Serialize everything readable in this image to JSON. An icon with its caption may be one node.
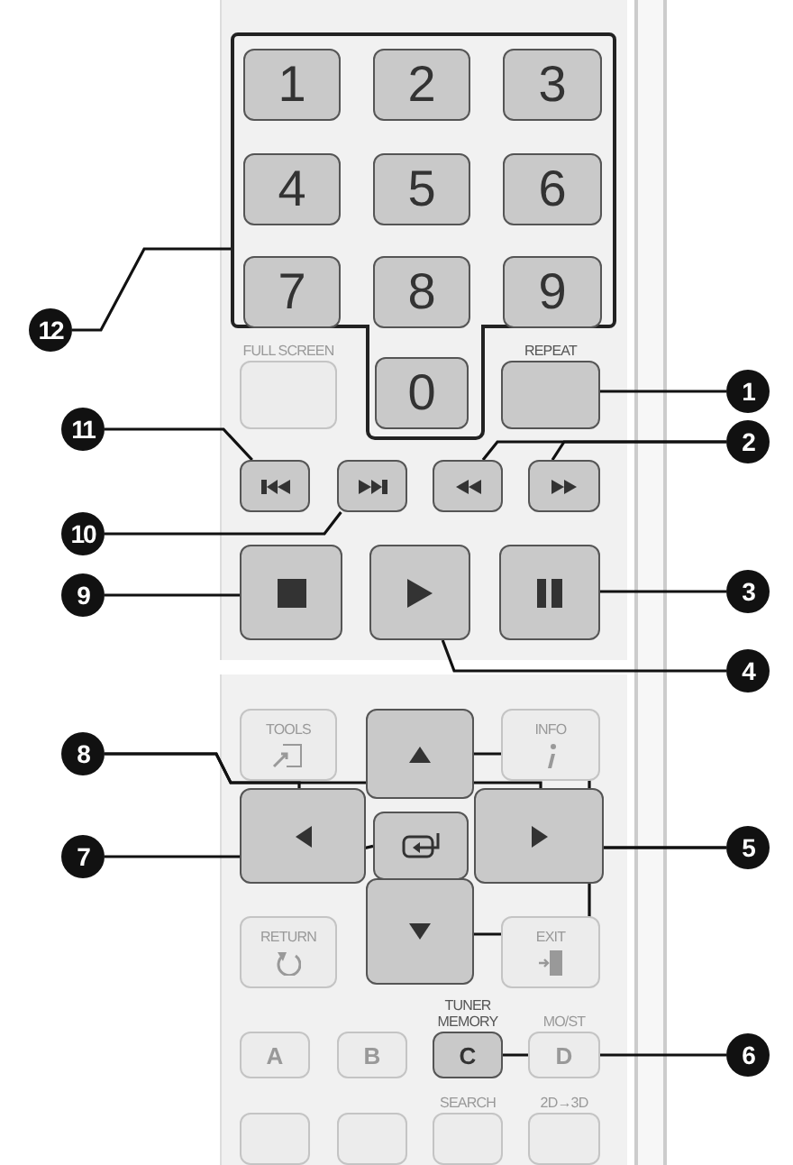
{
  "diagram": {
    "nodes": [
      {
        "text": [],
        "shape": "box"
      },
      {
        "text": [
          "1"
        ],
        "in": 0
      },
      {
        "text": [
          "2"
        ],
        "in": 0
      },
      {
        "text": [
          "3"
        ],
        "in": 0
      },
      {
        "text": [
          "4"
        ],
        "in": 0
      },
      {
        "text": [
          "5"
        ],
        "in": 0
      },
      {
        "text": [
          "6"
        ],
        "in": 0
      },
      {
        "text": [
          "7"
        ],
        "in": 0
      },
      {
        "text": [
          "8"
        ],
        "in": 0
      },
      {
        "text": [
          "9"
        ],
        "in": 0
      },
      {
        "text": [
          "0"
        ]
      },
      {
        "text": [
          "FULL SCREEN"
        ]
      },
      {
        "text": [
          "REPEAT"
        ]
      },
      {
        "text": [],
        "shape": "box"
      },
      {
        "text": [],
        "shape": "box"
      },
      {
        "text": [],
        "shape": "box"
      },
      {
        "text": [],
        "shape": "box"
      },
      {
        "text": [],
        "shape": "box"
      },
      {
        "text": [],
        "shape": "box"
      },
      {
        "text": [],
        "shape": "box"
      },
      {
        "text": [
          "TOOLS"
        ]
      },
      {
        "text": [],
        "shape": "box"
      },
      {
        "text": [
          "INFO"
        ]
      },
      {
        "text": [],
        "shape": "box"
      },
      {
        "text": [],
        "shape": "box"
      },
      {
        "text": [],
        "shape": "box"
      },
      {
        "text": [
          "RETURN"
        ]
      },
      {
        "text": [],
        "shape": "box"
      },
      {
        "text": [
          "EXIT"
        ]
      },
      {
        "text": [
          "A"
        ]
      },
      {
        "text": [
          "B"
        ]
      },
      {
        "text": [
          "TUNER MEMORY",
          "C"
        ]
      },
      {
        "text": [
          "MO/ST",
          "D"
        ]
      },
      {
        "text": [],
        "shape": "box"
      },
      {
        "text": [],
        "shape": "box"
      },
      {
        "text": [
          "SEARCH"
        ]
      },
      {
        "text": [
          "2D→3D"
        ]
      },
      {
        "text": [
          "1"
        ]
      },
      {
        "text": [
          "2"
        ]
      },
      {
        "text": [
          "3"
        ]
      },
      {
        "text": [
          "4"
        ]
      },
      {
        "text": [
          "5"
        ]
      },
      {
        "text": [
          "6"
        ]
      },
      {
        "text": [
          "7"
        ]
      },
      {
        "text": [
          "8"
        ]
      },
      {
        "text": [
          "9"
        ]
      },
      {
        "text": [
          "10"
        ]
      },
      {
        "text": [
          "11"
        ]
      },
      {
        "text": [
          "12"
        ]
      }
    ],
    "edges": [
      {
        "from": 37,
        "to": 12,
        "arrow": "none"
      },
      {
        "from": 38,
        "to": 15,
        "arrow": "none"
      },
      {
        "from": 38,
        "to": 16,
        "arrow": "none"
      },
      {
        "from": 39,
        "to": 19,
        "arrow": "none"
      },
      {
        "from": 40,
        "to": 18,
        "arrow": "none"
      },
      {
        "from": 41,
        "to": 21,
        "arrow": "none"
      },
      {
        "from": 41,
        "to": 27,
        "arrow": "none"
      },
      {
        "from": 42,
        "to": 31,
        "arrow": "none"
      },
      {
        "from": 43,
        "to": 24,
        "arrow": "none"
      },
      {
        "from": 44,
        "to": 23,
        "arrow": "none"
      },
      {
        "from": 44,
        "to": 25,
        "arrow": "none"
      },
      {
        "from": 45,
        "to": 17,
        "arrow": "none"
      },
      {
        "from": 46,
        "to": 14,
        "arrow": "none"
      },
      {
        "from": 47,
        "to": 13,
        "arrow": "none"
      },
      {
        "from": 48,
        "to": 0,
        "arrow": "none"
      }
    ]
  }
}
